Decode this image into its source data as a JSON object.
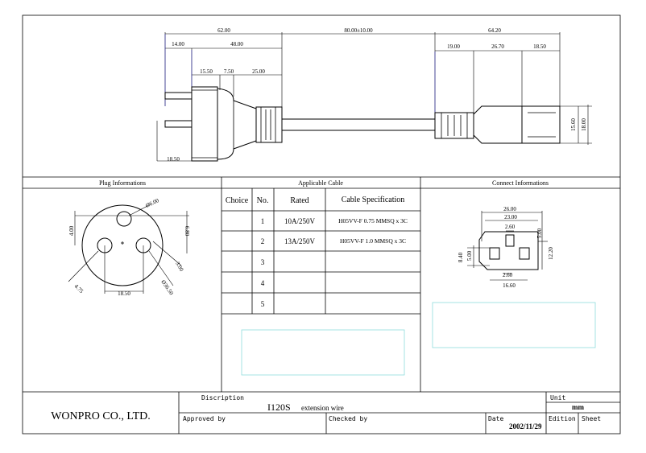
{
  "sections": {
    "plug": "Plug Informations",
    "cable": "Applicable Cable",
    "connect": "Connect Informations"
  },
  "top_dims": {
    "d62": "62.00",
    "d80": "80.00±10.00",
    "d6420": "64.20",
    "d14": "14.00",
    "d48": "48.00",
    "d155": "15.50",
    "d75": "7.50",
    "d25": "25.00",
    "d19": "19.00",
    "d267": "26.70",
    "d185r": "18.50",
    "d185l": "18.50",
    "d156": "15.60",
    "d18": "18.00"
  },
  "plug_dims": {
    "d6": "Ø6.00",
    "d4": "4.00",
    "d68": "6.80",
    "d3": "3.00",
    "d475": "4.75",
    "d185": "18.50",
    "d365": "Ø36.50"
  },
  "connect_dims": {
    "d26": "26.00",
    "d23": "23.00",
    "d26b": "2.60",
    "d5r": "5.00",
    "d122": "12.20",
    "d84": "8.40",
    "d5l": "5.00",
    "d26c": "2.60",
    "d166": "16.60"
  },
  "table": {
    "headers": [
      "Choice",
      "No.",
      "Rated",
      "Cable Specification"
    ],
    "rows": [
      {
        "no": "1",
        "rated": "10A/250V",
        "spec": "H05VV-F 0.75 MMSQ x 3C"
      },
      {
        "no": "2",
        "rated": "13A/250V",
        "spec": "H05VV-F 1.0 MMSQ x 3C"
      },
      {
        "no": "3",
        "rated": "",
        "spec": ""
      },
      {
        "no": "4",
        "rated": "",
        "spec": ""
      },
      {
        "no": "5",
        "rated": "",
        "spec": ""
      }
    ]
  },
  "title_block": {
    "company": "WONPRO CO., LTD.",
    "discription_label": "Discription",
    "discription_code": "I120S",
    "discription_text": "extension wire",
    "unit_label": "Unit",
    "unit_value": "mm",
    "approved_label": "Approved by",
    "checked_label": "Checked by",
    "date_label": "Date",
    "date_value": "2002/11/29",
    "edition_label": "Edition",
    "sheet_label": "Sheet"
  }
}
